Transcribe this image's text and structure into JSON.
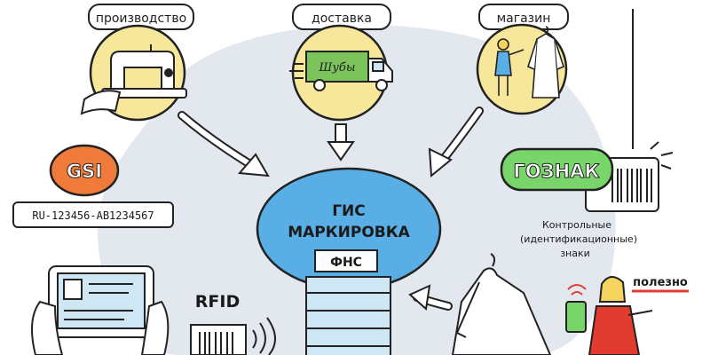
{
  "nodes": {
    "production": {
      "label": "производство"
    },
    "delivery": {
      "label": "доставка"
    },
    "shop": {
      "label": "магазин"
    },
    "gis": {
      "line1": "ГИС",
      "line2": "МАРКИРОВКА",
      "badge": "ФНС"
    },
    "gsi": {
      "label": "GSI",
      "code": "RU-123456-AB1234567"
    },
    "goznak": {
      "label": "ГОЗНАК",
      "caption1": "Контрольные",
      "caption2": "(идентификационные)",
      "caption3": "знаки"
    },
    "rfid": {
      "label": "RFID"
    },
    "truck": {
      "brand": "Шубы"
    },
    "useful": {
      "label": "полезно"
    }
  },
  "colors": {
    "yellow": "#f6e79a",
    "blue": "#5aaee6",
    "blob": "#e3e8ef",
    "orange": "#ef7a3a",
    "green": "#78d56a",
    "truck_green": "#7cc35c",
    "red": "#e23b2f"
  },
  "icons": [
    "sewing-machine-icon",
    "truck-icon",
    "shop-assistant-icon",
    "fur-coat-icon",
    "arrow-down-icon",
    "tablet-icon",
    "barcode-icon",
    "wireless-signal-icon",
    "building-icon",
    "smartphone-icon",
    "person-icon"
  ]
}
